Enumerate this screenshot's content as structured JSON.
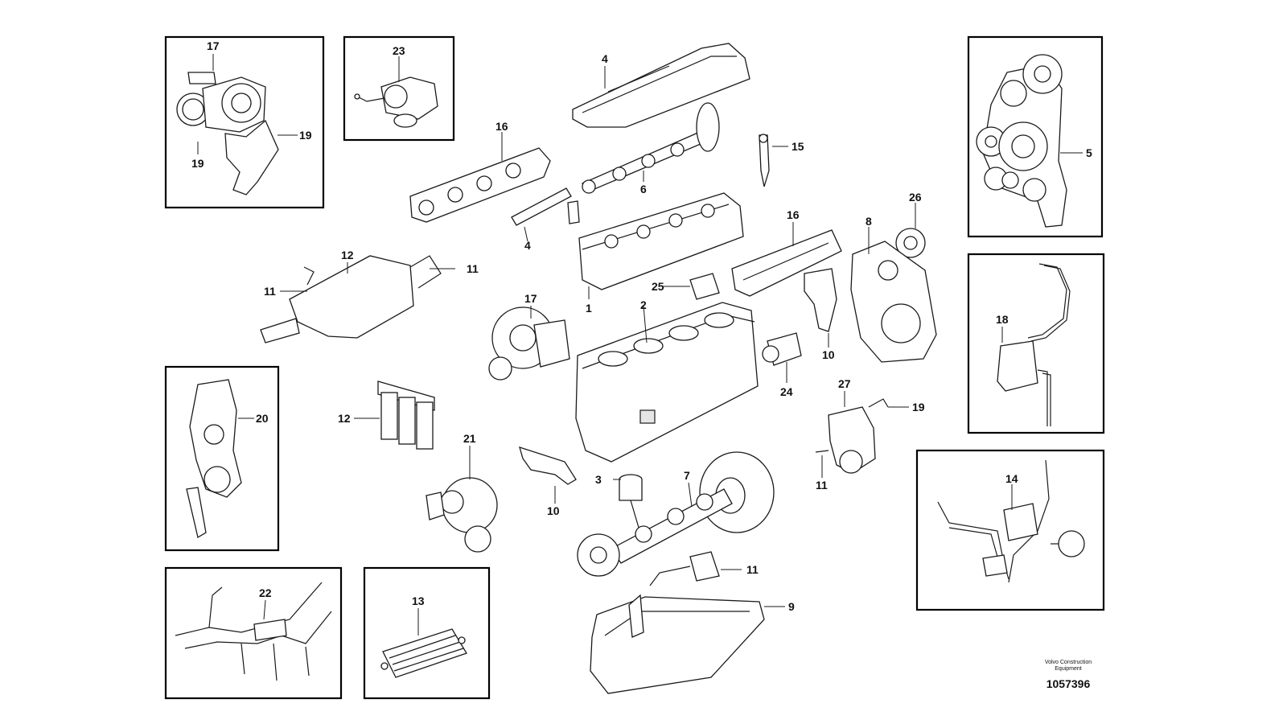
{
  "colors": {
    "line": "#1a1a1a",
    "frame": "#000000",
    "fill": "#ffffff",
    "shade": "#d9d9d9"
  },
  "callouts": {
    "c17a": "17",
    "c19a": "19",
    "c19b": "19",
    "c23": "23",
    "c4a": "4",
    "c4b": "4",
    "c16a": "16",
    "c16b": "16",
    "c6": "6",
    "c15": "15",
    "c5": "5",
    "c26": "26",
    "c8": "8",
    "c12a": "12",
    "c12b": "12",
    "c11a": "11",
    "c11b": "11",
    "c11c": "11",
    "c11d": "11",
    "c1": "1",
    "c25": "25",
    "c2": "2",
    "c17b": "17",
    "c10a": "10",
    "c10b": "10",
    "c24": "24",
    "c27": "27",
    "c19c": "19",
    "c18": "18",
    "c20": "20",
    "c21": "21",
    "c3": "3",
    "c7": "7",
    "c14": "14",
    "c22": "22",
    "c13": "13",
    "c9": "9"
  },
  "credit": {
    "line1": "Volvo Construction",
    "line2": "Equipment",
    "number": "1057396"
  }
}
